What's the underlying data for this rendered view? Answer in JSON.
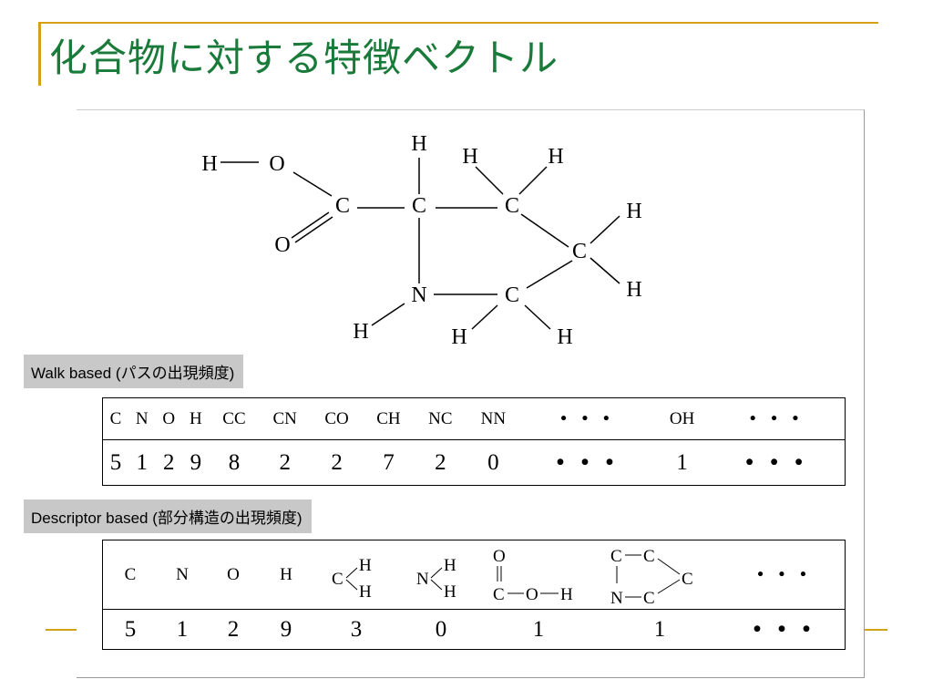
{
  "title": "化合物に対する特徴ベクトル",
  "colors": {
    "title": "#1a7a3a",
    "accent": "#d4a017",
    "label_bg": "#c8c8c8"
  },
  "molecule": {
    "atoms": {
      "h_oh": "H",
      "o_oh": "O",
      "c_carboxyl": "C",
      "o_double": "O",
      "h_ca": "H",
      "c_alpha": "C",
      "h_cb_left": "H",
      "h_cb_right": "H",
      "c_beta": "C",
      "c_gamma": "C",
      "h_cg_top": "H",
      "h_cg_bottom": "H",
      "n": "N",
      "h_n": "H",
      "c_delta": "C",
      "h_cd_left": "H",
      "h_cd_right": "H"
    }
  },
  "walk": {
    "label": "Walk  based (パスの出現頻度)",
    "headers": [
      "C",
      "N",
      "O",
      "H",
      "CC",
      "CN",
      "CO",
      "CH",
      "NC",
      "NN",
      "• • •",
      "OH",
      "• • •"
    ],
    "values": [
      "5",
      "1",
      "2",
      "9",
      "8",
      "2",
      "2",
      "7",
      "2",
      "0",
      "• • •",
      "1",
      "• • •"
    ]
  },
  "descriptor": {
    "label": "Descriptor based (部分構造の出現頻度)",
    "headers": [
      "C",
      "N",
      "O",
      "H"
    ],
    "ch2": {
      "c": "C",
      "h1": "H",
      "h2": "H"
    },
    "nh2": {
      "n": "N",
      "h1": "H",
      "h2": "H"
    },
    "cooh": {
      "o_top": "O",
      "c": "C",
      "o": "O",
      "h": "H"
    },
    "ring": {
      "c1": "C",
      "c2": "C",
      "c3": "C",
      "n": "N",
      "c4": "C"
    },
    "dots": "• • •",
    "values": [
      "5",
      "1",
      "2",
      "9",
      "3",
      "0",
      "1",
      "1",
      "• • •"
    ]
  }
}
